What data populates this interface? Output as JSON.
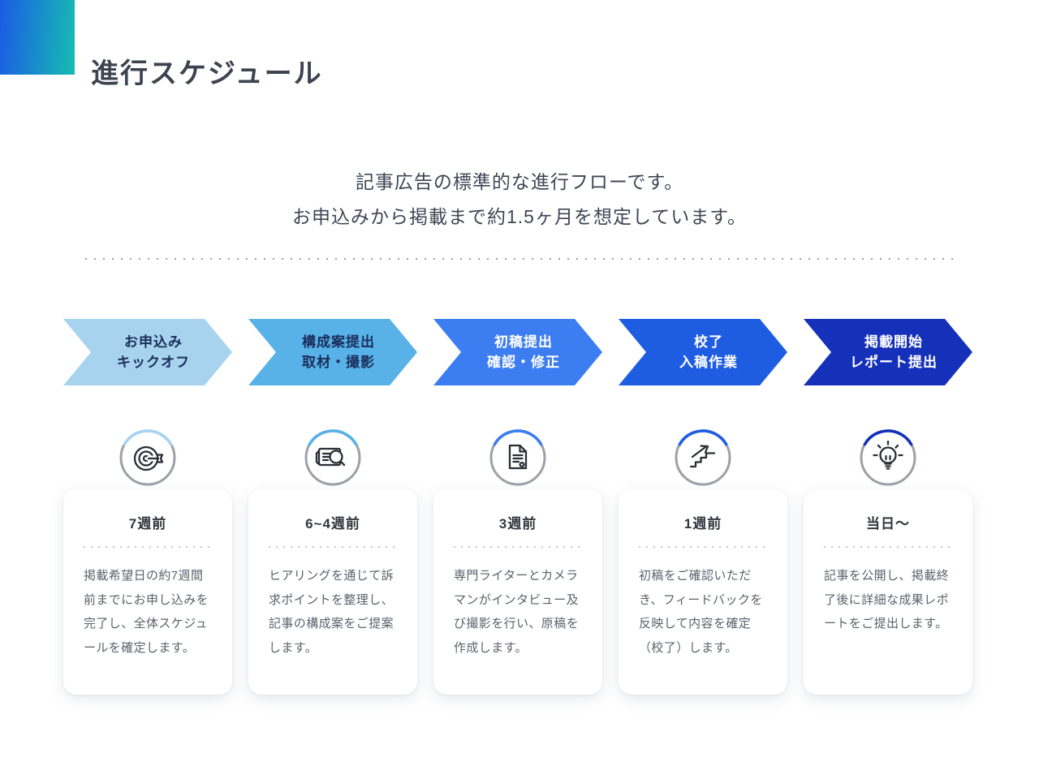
{
  "header": {
    "title": "進行スケジュール"
  },
  "intro": {
    "line1": "記事広告の標準的な進行フローです。",
    "line2": "お申込みから掲載まで約1.5ヶ月を想定しています。"
  },
  "colors": {
    "accent_gradient_start": "#1b5be4",
    "accent_gradient_end": "#16bdb2",
    "ring_gray": "#9ba1a9",
    "icon_stroke": "#2b2e36"
  },
  "steps": [
    {
      "label_line1": "お申込み",
      "label_line2": "キックオフ",
      "color": "#a7d3ef",
      "text_color": "#1a2f5c",
      "icon": "target-icon",
      "timing": "7週前",
      "description": "掲載希望日の約7週間前までにお申し込みを完了し、全体スケジュールを確定します。"
    },
    {
      "label_line1": "構成案提出",
      "label_line2": "取材・撮影",
      "color": "#58b1e7",
      "text_color": "#1a2f5c",
      "icon": "news-search-icon",
      "timing": "6~4週前",
      "description": "ヒアリングを通じて訴求ポイントを整理し、記事の構成案をご提案します。"
    },
    {
      "label_line1": "初稿提出",
      "label_line2": "確認・修正",
      "color": "#3c7df1",
      "text_color": "#ffffff",
      "icon": "document-icon",
      "timing": "3週前",
      "description": "専門ライターとカメラマンがインタビュー及び撮影を行い、原稿を作成します。"
    },
    {
      "label_line1": "校了",
      "label_line2": "入稿作業",
      "color": "#1e5ce1",
      "text_color": "#ffffff",
      "icon": "stairs-up-icon",
      "timing": "1週前",
      "description": "初稿をご確認いただき、フィードバックを反映して内容を確定（校了）します。"
    },
    {
      "label_line1": "掲載開始",
      "label_line2": "レポート提出",
      "color": "#1631b9",
      "text_color": "#ffffff",
      "icon": "lightbulb-icon",
      "timing": "当日〜",
      "description": "記事を公開し、掲載終了後に詳細な成果レポートをご提出します。"
    }
  ]
}
